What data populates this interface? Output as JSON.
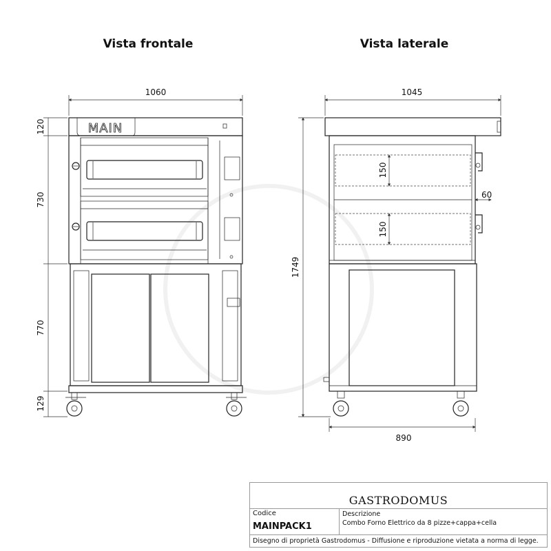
{
  "views": {
    "front": {
      "title": "Vista frontale",
      "brand_logo": "MAIN",
      "dimensions": {
        "width": "1060",
        "hood_height": "120",
        "oven_height": "730",
        "stand_height": "770",
        "wheel_height": "129"
      }
    },
    "side": {
      "title": "Vista laterale",
      "dimensions": {
        "depth_top": "1045",
        "total_height": "1749",
        "depth_base": "890",
        "chamber_height_1": "150",
        "chamber_height_2": "150",
        "handle_offset": "60"
      }
    }
  },
  "title_block": {
    "company_logo": "Gastrodomus",
    "code_label": "Codice",
    "code_value": "MAINPACK1",
    "description_label": "Descrizione",
    "description_value": "Combo Forno Elettrico da 8 pizze+cappa+cella",
    "footer": "Disegno di proprietà Gastrodomus - Diffusione e riproduzione vietata a norma di legge."
  }
}
